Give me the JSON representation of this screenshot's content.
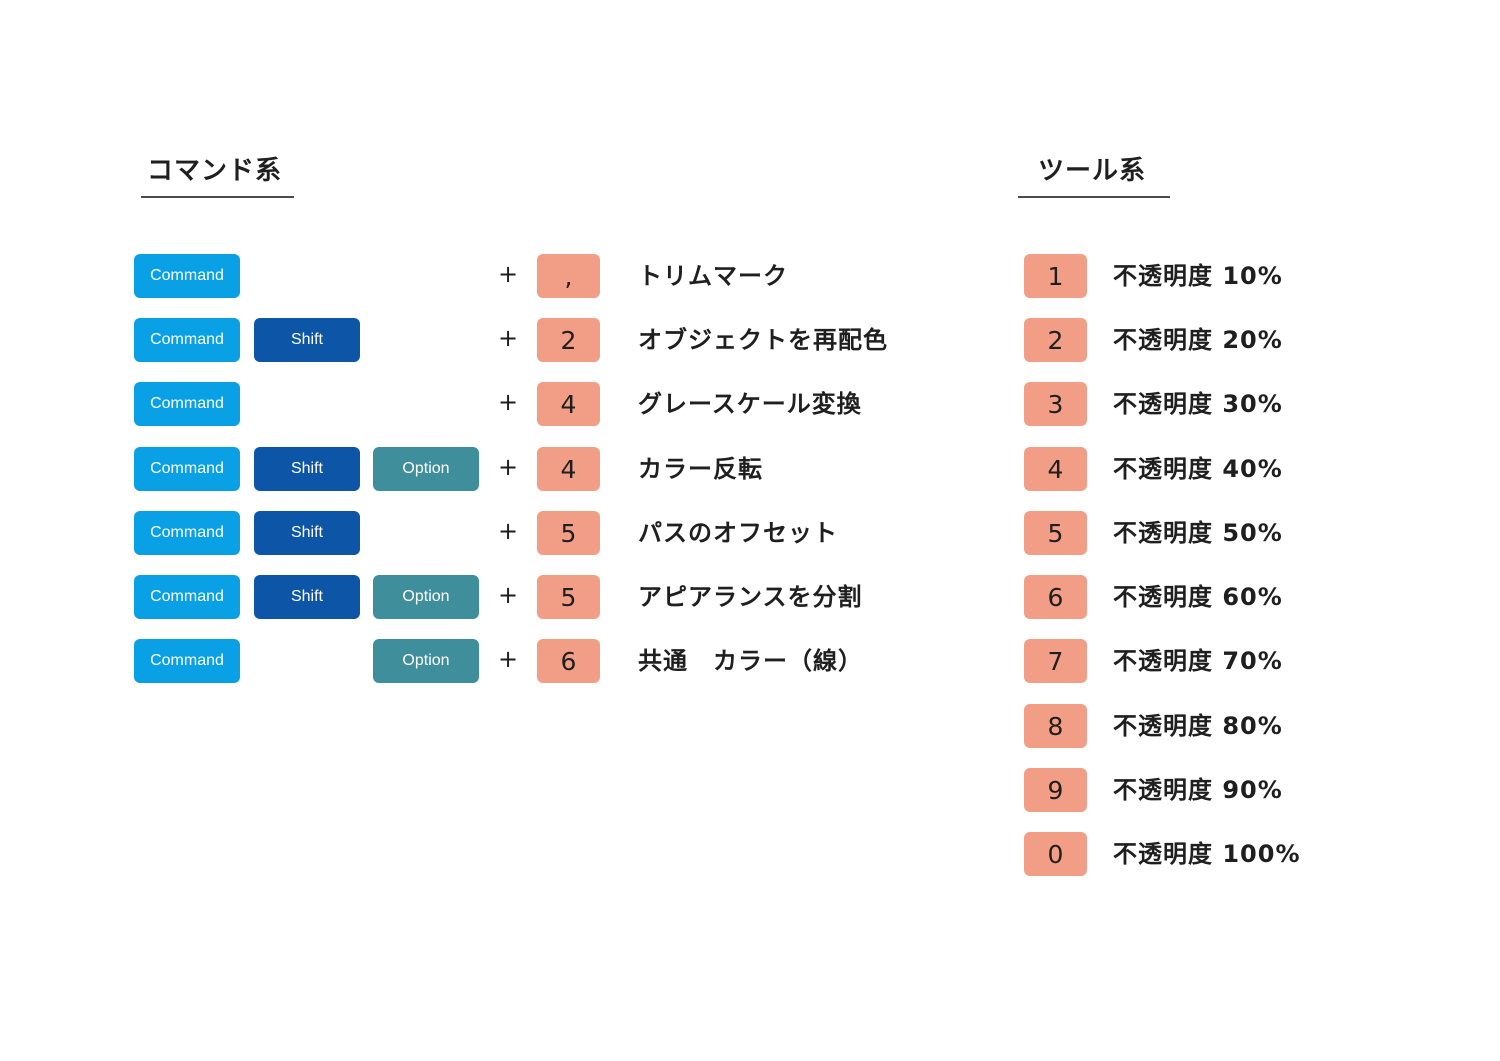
{
  "headings": {
    "commands": "コマンド系",
    "tools": "ツール系"
  },
  "keys": {
    "command": "Command",
    "shift": "Shift",
    "option": "Option",
    "plus": "+"
  },
  "colors": {
    "command_key": "#0aa0e6",
    "shift_key": "#0d55a6",
    "option_key": "#3f8e9b",
    "number_key": "#f29d86"
  },
  "command_shortcuts": [
    {
      "key": ",",
      "label": "トリムマーク"
    },
    {
      "key": "2",
      "label": "オブジェクトを再配色"
    },
    {
      "key": "4",
      "label": "グレースケール変換"
    },
    {
      "key": "4",
      "label": "カラー反転"
    },
    {
      "key": "5",
      "label": "パスのオフセット"
    },
    {
      "key": "5",
      "label": "アピアランスを分割"
    },
    {
      "key": "6",
      "label": "共通　カラー（線）"
    }
  ],
  "tool_shortcuts": [
    {
      "key": "1",
      "label": "不透明度 10%"
    },
    {
      "key": "2",
      "label": "不透明度 20%"
    },
    {
      "key": "3",
      "label": "不透明度 30%"
    },
    {
      "key": "4",
      "label": "不透明度 40%"
    },
    {
      "key": "5",
      "label": "不透明度 50%"
    },
    {
      "key": "6",
      "label": "不透明度 60%"
    },
    {
      "key": "7",
      "label": "不透明度 70%"
    },
    {
      "key": "8",
      "label": "不透明度 80%"
    },
    {
      "key": "9",
      "label": "不透明度 90%"
    },
    {
      "key": "0",
      "label": "不透明度 100%"
    }
  ]
}
